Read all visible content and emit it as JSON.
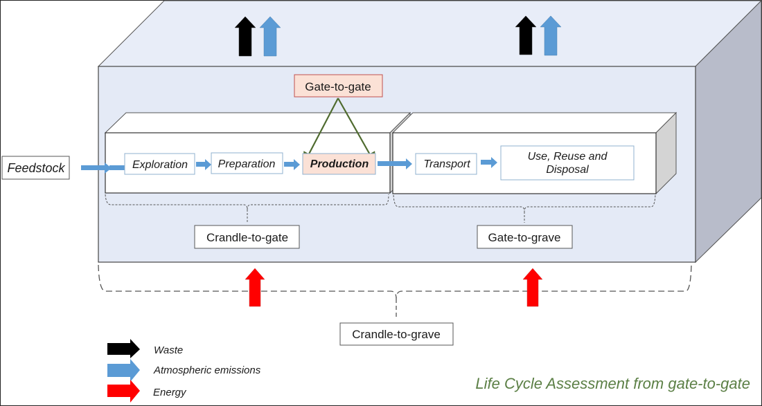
{
  "diagram": {
    "title": "Life Cycle Assessment from gate-to-gate",
    "input": {
      "label": "Feedstock"
    },
    "stages": [
      {
        "id": "exploration",
        "label": "Exploration",
        "highlighted": false
      },
      {
        "id": "preparation",
        "label": "Preparation",
        "highlighted": false
      },
      {
        "id": "production",
        "label": "Production",
        "highlighted": true
      },
      {
        "id": "transport",
        "label": "Transport",
        "highlighted": false
      },
      {
        "id": "use",
        "label_line1": "Use, Reuse and",
        "label_line2": "Disposal",
        "highlighted": false
      }
    ],
    "scopes": {
      "gate_to_gate": "Gate-to-gate",
      "cradle_to_gate": "Crandle-to-gate",
      "gate_to_grave": "Gate-to-grave",
      "cradle_to_grave": "Crandle-to-grave"
    },
    "legend": [
      {
        "name": "waste",
        "label": "Waste",
        "color": "#000000"
      },
      {
        "name": "atmospheric-emissions",
        "label": "Atmospheric emissions",
        "color": "#5b9bd5"
      },
      {
        "name": "energy",
        "label": "Energy",
        "color": "#ff0000"
      }
    ],
    "colors": {
      "outer_box_front": "#e4eaf6",
      "outer_box_top": "#e8edf8",
      "outer_box_side": "#b8bcca",
      "highlight_fill": "#fbe1d6",
      "highlight_border": "#c0504d",
      "green_arrow": "#4f6b2f",
      "flow_arrow": "#5b9bd5",
      "title_color": "#5b7f45"
    }
  }
}
